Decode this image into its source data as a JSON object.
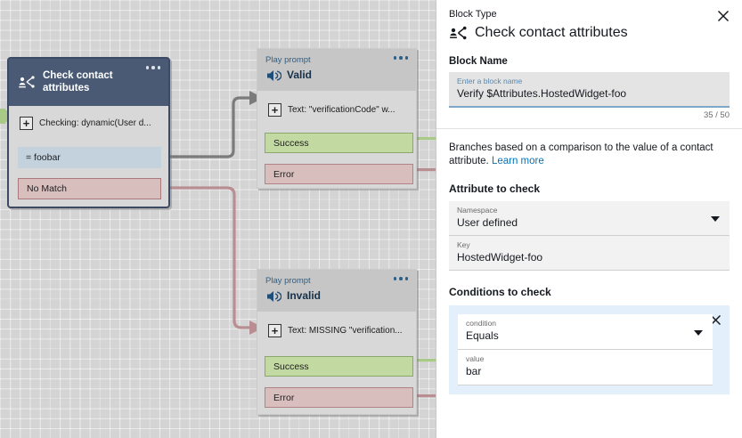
{
  "canvas": {
    "blocks": [
      {
        "id": "check-contact-attributes",
        "header_title": "Check contact attributes",
        "icon": "contact-attributes-icon",
        "menu_icon": "more-options-icon",
        "body_row": "Checking: dynamic(User d...",
        "add_icon": "plus-icon",
        "branches": [
          {
            "label": "= foobar",
            "style": "blue"
          },
          {
            "label": "No Match",
            "style": "red"
          }
        ]
      },
      {
        "id": "play-prompt-valid",
        "kicker": "Play prompt",
        "title": "Valid",
        "icon": "speaker-icon",
        "menu_icon": "more-options-icon",
        "body_row": "Text: \"verificationCode\" w...",
        "add_icon": "plus-icon",
        "branches": [
          {
            "label": "Success",
            "style": "green"
          },
          {
            "label": "Error",
            "style": "red"
          }
        ]
      },
      {
        "id": "play-prompt-invalid",
        "kicker": "Play prompt",
        "title": "Invalid",
        "icon": "speaker-icon",
        "menu_icon": "more-options-icon",
        "body_row": "Text: MISSING \"verification...",
        "add_icon": "plus-icon",
        "branches": [
          {
            "label": "Success",
            "style": "green"
          },
          {
            "label": "Error",
            "style": "red"
          }
        ]
      }
    ],
    "colors": {
      "header_dark": "#4a5a75",
      "header_grey": "#c6c6c6",
      "branch_blue": "#c3d2dd",
      "branch_red": "#d9bebe",
      "branch_green": "#c3d9a2",
      "wire_grey": "#7b7b7b",
      "wire_red": "#b98e92",
      "wire_green": "#a9c987",
      "selection_border": "#3c4a63"
    }
  },
  "panel": {
    "block_type_label": "Block Type",
    "block_type_name": "Check contact attributes",
    "block_type_icon": "contact-attributes-icon",
    "close_icon": "close-icon",
    "block_name_label": "Block Name",
    "block_name_placeholder": "Enter a block name",
    "block_name_value": "Verify $Attributes.HostedWidget-foo",
    "char_counter": "35 / 50",
    "description": "Branches based on a comparison to the value of a contact attribute.",
    "learn_more": "Learn more",
    "attribute_section_label": "Attribute to check",
    "namespace_label": "Namespace",
    "namespace_value": "User defined",
    "namespace_caret_icon": "chevron-down-icon",
    "key_label": "Key",
    "key_value": "HostedWidget-foo",
    "conditions_section_label": "Conditions to check",
    "condition_label": "condition",
    "condition_value": "Equals",
    "condition_caret_icon": "chevron-down-icon",
    "value_label": "value",
    "value_value": "bar",
    "condition_remove_icon": "close-icon",
    "colors": {
      "link": "#0073bb",
      "field_underline": "#7fa6c6",
      "condition_card": "#e3f0fb"
    }
  }
}
